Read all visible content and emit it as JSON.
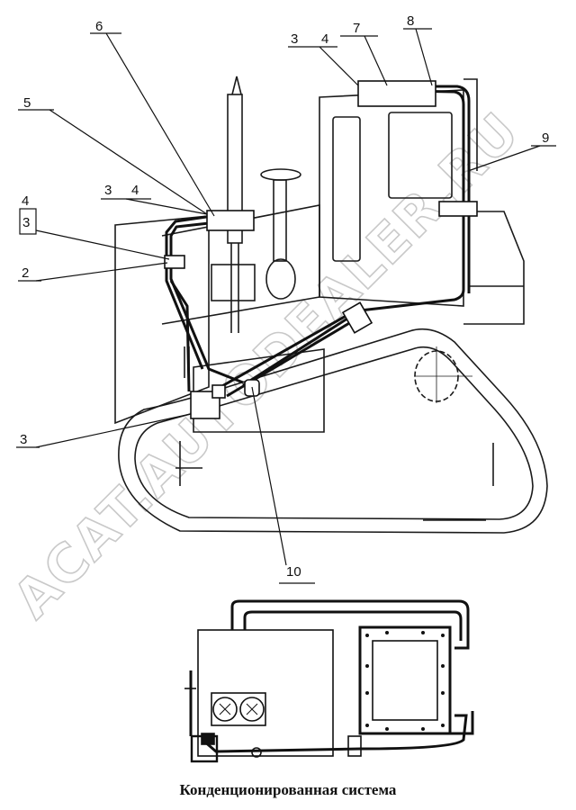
{
  "callouts": {
    "c1": "6",
    "c2": "5",
    "c3": "3",
    "c4": "4",
    "c5": "7",
    "c6": "8",
    "c7": "9",
    "c8": "3",
    "c9": "4",
    "c10": "4",
    "c11": "3",
    "c12": "2",
    "c13": "3",
    "c14": "10"
  },
  "caption": "Конденционированная система",
  "watermark": "ACAT.AUTODEALER.RU"
}
